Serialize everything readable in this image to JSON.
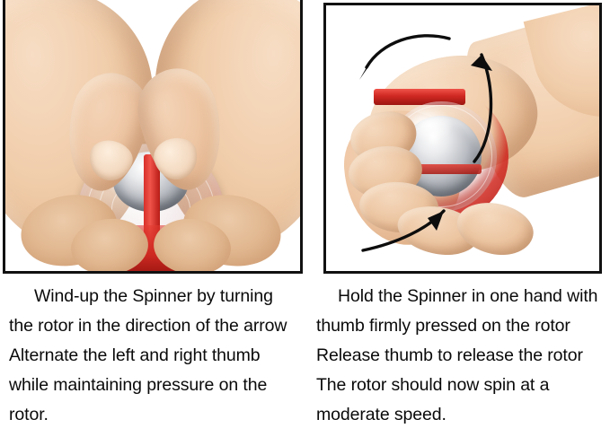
{
  "page": {
    "title": "Wrist Spinner Gyro Ball Instructions",
    "background_color": "#ffffff",
    "text_color": "#0a0a0a",
    "frame_color": "#111111"
  },
  "panels": [
    {
      "id": "panel-left",
      "name": "wind-up-photo",
      "description": "Two hands cupping a red transparent gyro spinner ball with both thumbs pressed on the chrome rotor",
      "subject": {
        "product": "gyro spinner ball",
        "shell_color": "#c8201c",
        "rotor_color": "#b9bcc2",
        "stripe_color": "#d8302a",
        "stripe_orientation": "vertical"
      },
      "arrows": []
    },
    {
      "id": "panel-right",
      "name": "spin-photo",
      "description": "One hand gripping the red gyro spinner ball with three curved arrows indicating rotation direction",
      "subject": {
        "product": "gyro spinner ball",
        "shell_color": "#c8201c",
        "rotor_color": "#b9bcc2",
        "stripe_color": "#cf2822",
        "stripe_orientation": "horizontal"
      },
      "arrows": [
        {
          "name": "rotation-arrow-top",
          "direction": "right-to-left",
          "position": "above the hand"
        },
        {
          "name": "rotation-arrow-right",
          "direction": "bottom-to-top",
          "position": "around the wrist"
        },
        {
          "name": "rotation-arrow-bottom",
          "direction": "left-to-right",
          "position": "below the hand"
        }
      ]
    }
  ],
  "captions": {
    "left": {
      "name": "wind-up-instructions",
      "lines": [
        "Wind-up the Spinner by turning",
        "the rotor in the direction of the arrow",
        "Alternate the left and right thumb",
        "while maintaining pressure on the",
        "rotor."
      ]
    },
    "right": {
      "name": "spin-instructions",
      "lines": [
        "Hold the Spinner in one hand with",
        "thumb firmly pressed on the rotor",
        "Release thumb to release the rotor",
        "The rotor should now spin at a",
        "moderate speed."
      ]
    }
  }
}
